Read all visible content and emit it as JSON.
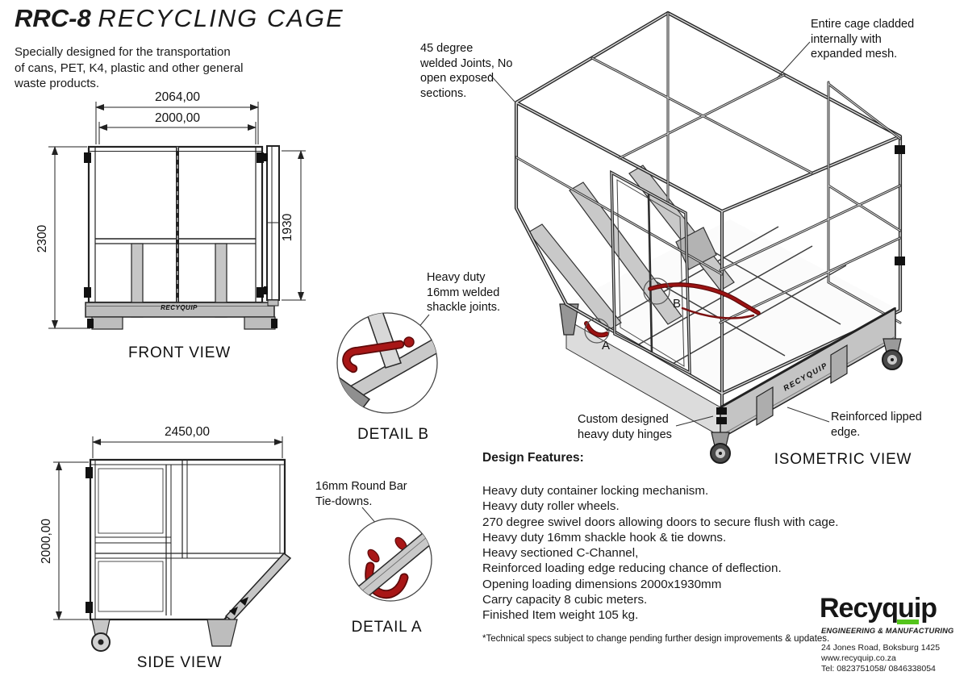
{
  "doc": {
    "model": "RRC-8",
    "title": "RECYCLING CAGE",
    "description": "Specially designed for the transportation\nof cans, PET, K4, plastic and other general\nwaste products."
  },
  "front_view": {
    "label": "FRONT VIEW",
    "brand": "RECYQUIP",
    "dim_overall_width": "2064,00",
    "dim_opening_width": "2000,00",
    "dim_overall_height": "2300",
    "dim_door_height": "1930"
  },
  "side_view": {
    "label": "SIDE VIEW",
    "dim_depth": "2450,00",
    "dim_height": "2000,00"
  },
  "detail_b": {
    "label": "DETAIL B",
    "callout": "Heavy duty\n16mm welded\nshackle joints."
  },
  "detail_a": {
    "label": "DETAIL A",
    "callout": "16mm Round Bar\nTie-downs."
  },
  "isometric": {
    "label": "ISOMETRIC VIEW",
    "brand": "RECYQUIP",
    "callout_welds": "45 degree\nwelded Joints, No\nopen exposed\nsections.",
    "callout_mesh": "Entire cage cladded\ninternally with\n expanded mesh.",
    "callout_hinges": "Custom designed\nheavy duty hinges",
    "callout_lip": "Reinforced lipped\nedge.",
    "marker_a": "A",
    "marker_b": "B"
  },
  "design_features": {
    "heading": "Design Features:",
    "items": [
      "Heavy duty container locking mechanism.",
      "Heavy duty roller wheels.",
      "270 degree swivel doors allowing doors to secure flush with cage.",
      "Heavy duty 16mm shackle hook & tie downs.",
      "Heavy sectioned C-Channel,",
      "Reinforced loading edge reducing chance of deflection.",
      "Opening loading dimensions 2000x1930mm",
      "Carry capacity 8 cubic meters.",
      "Finished Item weight 105 kg."
    ],
    "footnote": "*Technical specs subject to change pending further design improvements & updates."
  },
  "company": {
    "name": "Recyquip",
    "tagline": "ENGINEERING & MANUFACTURING",
    "address": "24 Jones Road, Boksburg 1425",
    "website": "www.recyquip.co.za",
    "phone": "Tel: 0823751058/ 0846338054"
  },
  "colors": {
    "line": "#222222",
    "steel_gray": "#c6c6c6",
    "accent_red": "#9b1212",
    "brand_green": "#54c41c"
  }
}
